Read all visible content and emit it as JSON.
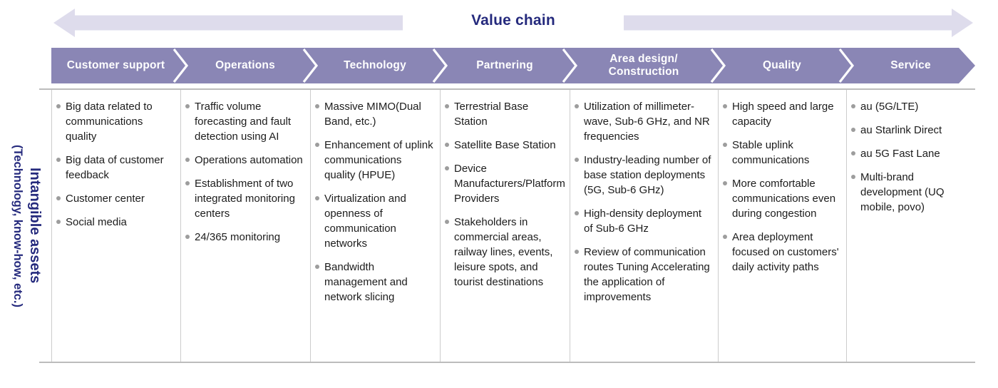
{
  "value_chain": {
    "title": "Value chain"
  },
  "side_label": {
    "line1": "Intangible assets",
    "line2": "(Technology, know-how, etc.)"
  },
  "stages": [
    {
      "header": "Customer support",
      "items": [
        "Big data related to communications quality",
        "Big data of customer feedback",
        "Customer center",
        "Social media"
      ]
    },
    {
      "header": "Operations",
      "items": [
        "Traffic volume forecasting and fault detection using AI",
        "Operations automation",
        "Establishment of two integrated monitoring centers",
        "24/365 monitoring"
      ]
    },
    {
      "header": "Technology",
      "items": [
        "Massive MIMO(Dual Band, etc.)",
        "Enhancement of uplink communications quality (HPUE)",
        "Virtualization and openness of communication networks",
        "Bandwidth management and network slicing"
      ]
    },
    {
      "header": "Partnering",
      "items": [
        "Terrestrial Base Station",
        "Satellite Base Station",
        "Device Manufacturers/Platform Providers",
        "Stakeholders in commercial areas, railway lines, events, leisure spots, and tourist destinations"
      ]
    },
    {
      "header": "Area design/\nConstruction",
      "items": [
        "Utilization of millimeter-wave, Sub-6 GHz, and NR frequencies",
        "Industry-leading number of base station deployments (5G, Sub-6 GHz)",
        "High-density deployment of Sub-6 GHz",
        "Review of communication routes Tuning Accelerating the application of improvements"
      ]
    },
    {
      "header": "Quality",
      "items": [
        "High speed and large capacity",
        "Stable uplink communications",
        "More comfortable communications even during congestion",
        "Area deployment focused on customers' daily activity paths"
      ]
    },
    {
      "header": "Service",
      "items": [
        "au (5G/LTE)",
        "au Starlink Direct",
        "au 5G Fast Lane",
        "Multi-brand development (UQ mobile, povo)"
      ]
    }
  ],
  "icons": {
    "left_arrow": "value-chain-left-arrow-icon",
    "right_arrow": "value-chain-right-arrow-icon",
    "chevron": "chevron-right-icon",
    "bullet": "bullet-dot-icon"
  },
  "colors": {
    "banner_purple": "#8a86b5",
    "banner_text": "#ffffff",
    "title_navy": "#252a7d",
    "arrow_lavender": "#dedcec",
    "body_text": "#1c1c1c",
    "bullet_gray": "#9d9d9d",
    "divider_gray": "#cccccc",
    "frame_gray": "#bcbcbc"
  }
}
